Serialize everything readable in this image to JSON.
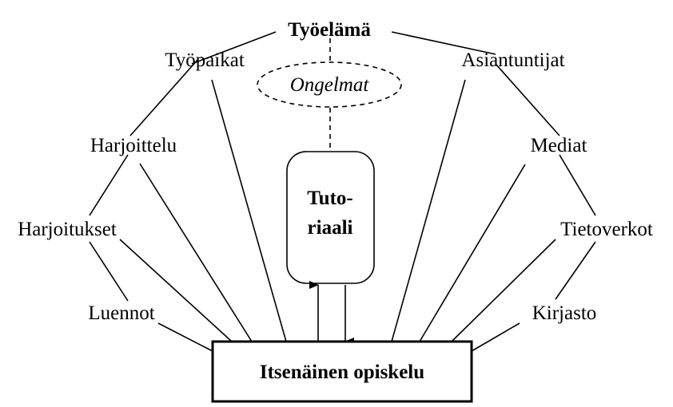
{
  "diagram": {
    "top": "Työelämä",
    "problems": "Ongelmat",
    "tutorial_line1": "Tuto-",
    "tutorial_line2": "riaali",
    "center": "Itsenäinen opiskelu",
    "left_nodes": {
      "workplaces": "Työpaikat",
      "practice": "Harjoittelu",
      "exercises": "Harjoitukset",
      "lectures": "Luennot"
    },
    "right_nodes": {
      "experts": "Asiantuntijat",
      "media": "Mediat",
      "networks": "Tietoverkot",
      "library": "Kirjasto"
    },
    "colors": {
      "ink": "#000000",
      "background": "#ffffff"
    }
  }
}
